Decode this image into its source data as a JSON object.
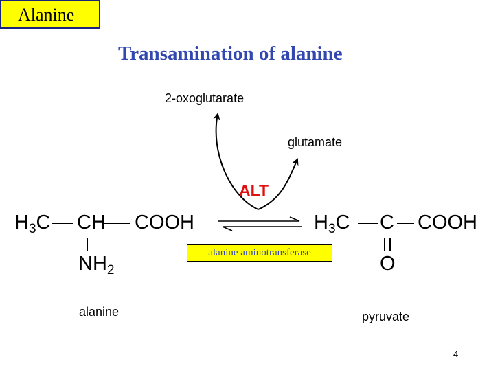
{
  "tag": {
    "label": "Alanine"
  },
  "title": "Transamination of alanine",
  "labels": {
    "oxoglutarate": "2-oxoglutarate",
    "glutamate": "glutamate",
    "alt": "ALT",
    "enzyme": "alanine aminotransferase",
    "alanine": "alanine",
    "pyruvate": "pyruvate"
  },
  "alanine_structure": {
    "h3c_h": "H",
    "h3c_3": "3",
    "h3c_c": "C",
    "ch": "CH",
    "cooh": "COOH",
    "nh2_n": "NH",
    "nh2_2": "2"
  },
  "pyruvate_structure": {
    "h3c_h": "H",
    "h3c_3": "3",
    "h3c_c": "C",
    "c": "C",
    "cooh": "COOH",
    "o": "O"
  },
  "page_number": "4",
  "colors": {
    "title": "#3347b0",
    "alt": "#e01010",
    "tag_bg": "#ffff00"
  }
}
